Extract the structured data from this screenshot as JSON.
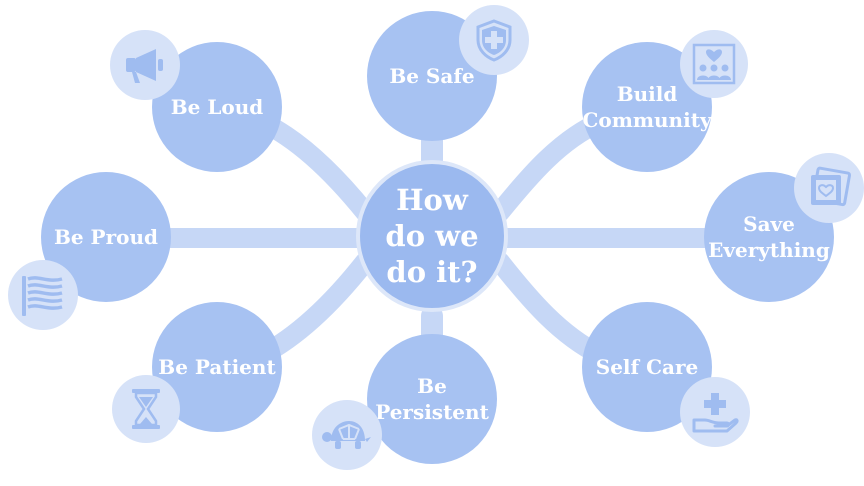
{
  "center": {
    "label_lines": [
      "How",
      "do we",
      "do it?"
    ]
  },
  "nodes": [
    {
      "id": "be-safe",
      "label_lines": [
        "Be Safe"
      ],
      "icon": "shield-icon"
    },
    {
      "id": "be-loud",
      "label_lines": [
        "Be Loud"
      ],
      "icon": "megaphone-icon"
    },
    {
      "id": "build-community",
      "label_lines": [
        "Build",
        "Community"
      ],
      "icon": "community-icon"
    },
    {
      "id": "be-proud",
      "label_lines": [
        "Be Proud"
      ],
      "icon": "flag-icon"
    },
    {
      "id": "save-everything",
      "label_lines": [
        "Save",
        "Everything"
      ],
      "icon": "photos-icon"
    },
    {
      "id": "be-patient",
      "label_lines": [
        "Be Patient"
      ],
      "icon": "hourglass-icon"
    },
    {
      "id": "be-persistent",
      "label_lines": [
        "Be",
        "Persistent"
      ],
      "icon": "turtle-icon"
    },
    {
      "id": "self-care",
      "label_lines": [
        "Self Care"
      ],
      "icon": "caring-hand-icon"
    }
  ],
  "colors": {
    "node_fill": "#a7c2f2",
    "center_fill": "#9bb9ef",
    "connector": "#c6d7f6",
    "icon_badge": "#d6e2f8",
    "icon_glyph": "#9fbcf0",
    "text": "#ffffff"
  }
}
